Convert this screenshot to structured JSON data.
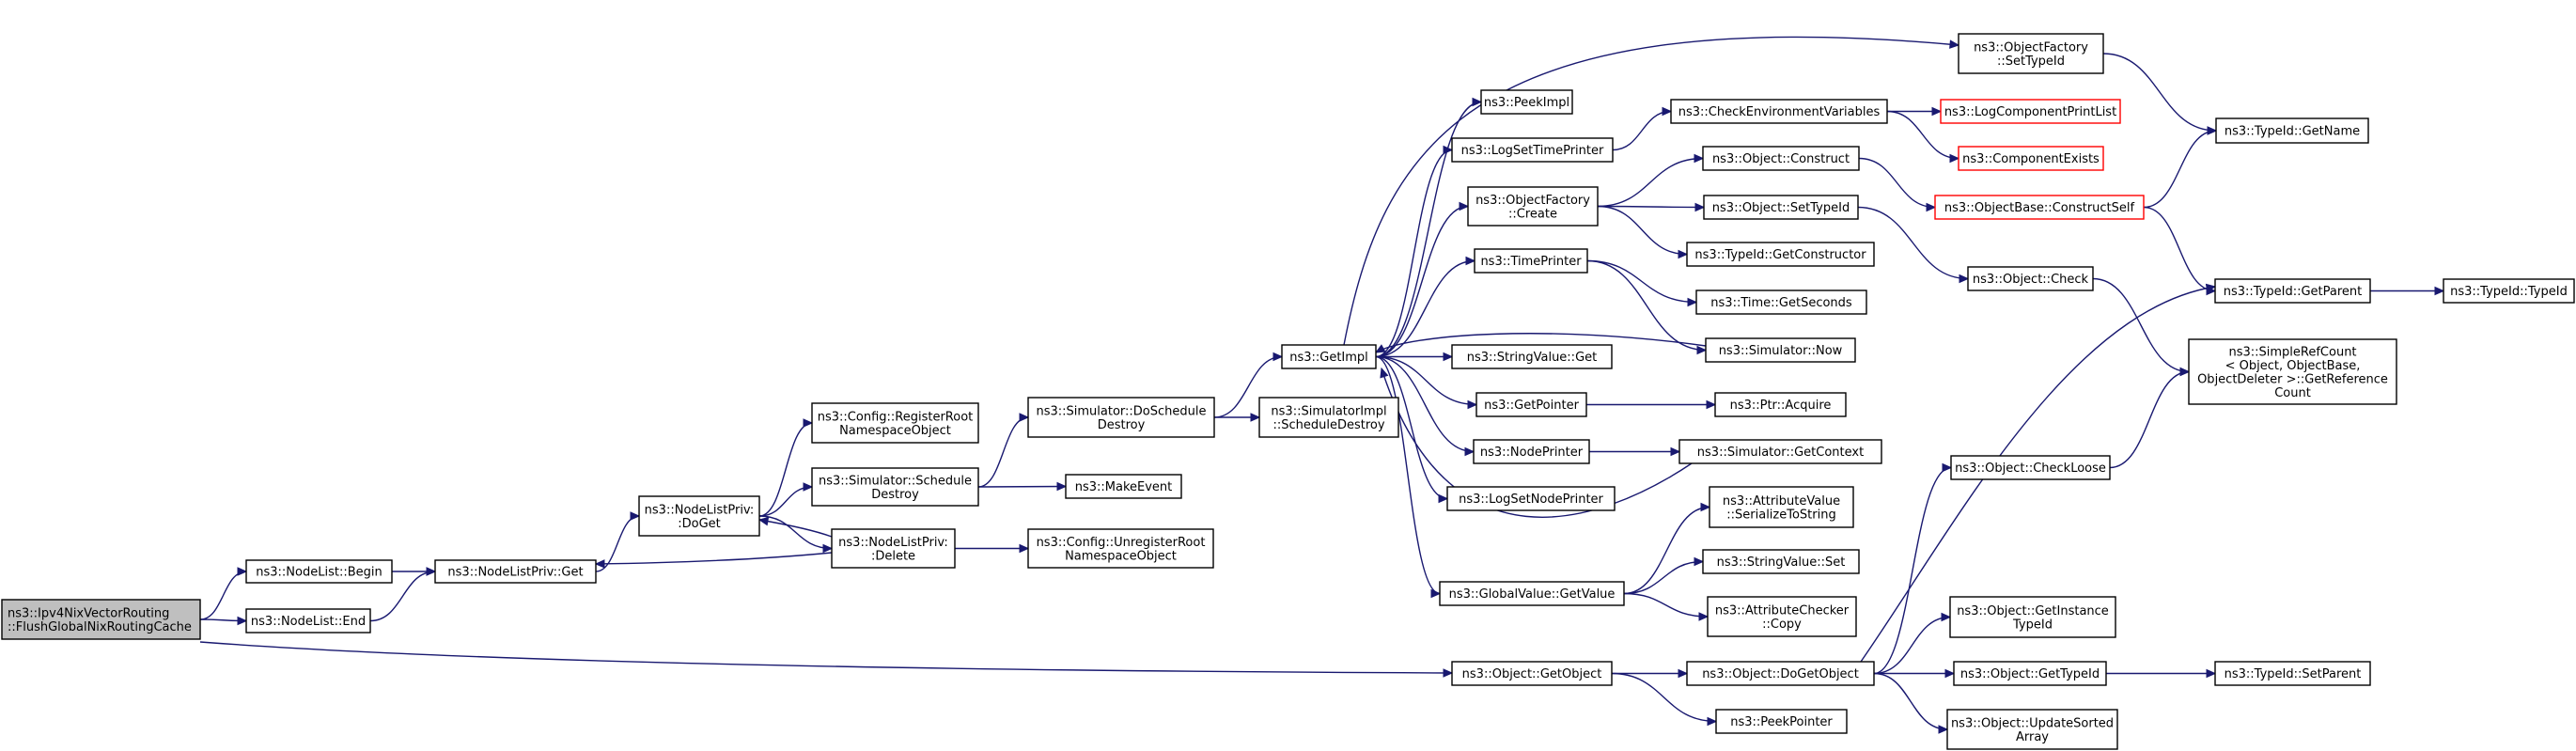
{
  "colors": {
    "edge": "#191970",
    "border": "#000000",
    "truncated_border": "#ff0000",
    "root_fill": "#bfbfbf",
    "node_fill": "#ffffff"
  },
  "nodes": {
    "root": [
      "ns3::Ipv4NixVectorRouting",
      "::FlushGlobalNixRoutingCache"
    ],
    "nodelist_begin": [
      "ns3::NodeList::Begin"
    ],
    "nodelist_end": [
      "ns3::NodeList::End"
    ],
    "nodelistpriv_get": [
      "ns3::NodeListPriv::Get"
    ],
    "nodelistpriv_doget": [
      "ns3::NodeListPriv:",
      ":DoGet"
    ],
    "nodelistpriv_delete": [
      "ns3::NodeListPriv:",
      ":Delete"
    ],
    "config_registerroot": [
      "ns3::Config::RegisterRoot",
      "NamespaceObject"
    ],
    "simulator_scheduledestroy": [
      "ns3::Simulator::Schedule",
      "Destroy"
    ],
    "config_unregisterroot": [
      "ns3::Config::UnregisterRoot",
      "NamespaceObject"
    ],
    "simulator_doscheduledestroy": [
      "ns3::Simulator::DoSchedule",
      "Destroy"
    ],
    "makeevent": [
      "ns3::MakeEvent"
    ],
    "getimpl": [
      "ns3::GetImpl"
    ],
    "simulatorimpl_scheduledestroy": [
      "ns3::SimulatorImpl",
      "::ScheduleDestroy"
    ],
    "peekimpl": [
      "ns3::PeekImpl"
    ],
    "logsettimeprinter": [
      "ns3::LogSetTimePrinter"
    ],
    "objectfactory_create": [
      "ns3::ObjectFactory",
      "::Create"
    ],
    "timeprinter": [
      "ns3::TimePrinter"
    ],
    "stringvalue_get": [
      "ns3::StringValue::Get"
    ],
    "getpointer": [
      "ns3::GetPointer"
    ],
    "nodeprinter": [
      "ns3::NodePrinter"
    ],
    "logsetnodeprinter": [
      "ns3::LogSetNodePrinter"
    ],
    "globalvalue_getvalue": [
      "ns3::GlobalValue::GetValue"
    ],
    "object_getobject": [
      "ns3::Object::GetObject"
    ],
    "objectfactory_settypeid": [
      "ns3::ObjectFactory",
      "::SetTypeId"
    ],
    "checkenvvars": [
      "ns3::CheckEnvironmentVariables"
    ],
    "object_construct": [
      "ns3::Object::Construct"
    ],
    "object_settypeid": [
      "ns3::Object::SetTypeId"
    ],
    "typeid_getconstructor": [
      "ns3::TypeId::GetConstructor"
    ],
    "time_getseconds": [
      "ns3::Time::GetSeconds"
    ],
    "simulator_now": [
      "ns3::Simulator::Now"
    ],
    "ptr_acquire": [
      "ns3::Ptr::Acquire"
    ],
    "simulator_getcontext": [
      "ns3::Simulator::GetContext"
    ],
    "attributevalue_serialize": [
      "ns3::AttributeValue",
      "::SerializeToString"
    ],
    "stringvalue_set": [
      "ns3::StringValue::Set"
    ],
    "attributechecker_copy": [
      "ns3::AttributeChecker",
      "::Copy"
    ],
    "object_dogetobject": [
      "ns3::Object::DoGetObject"
    ],
    "peekpointer": [
      "ns3::PeekPointer"
    ],
    "logcomponentprintlist": [
      "ns3::LogComponentPrintList"
    ],
    "componentexists": [
      "ns3::ComponentExists"
    ],
    "objectbase_constructself": [
      "ns3::ObjectBase::ConstructSelf"
    ],
    "object_check": [
      "ns3::Object::Check"
    ],
    "object_checkloose": [
      "ns3::Object::CheckLoose"
    ],
    "object_getinstancetypeid": [
      "ns3::Object::GetInstance",
      "TypeId"
    ],
    "object_gettypeid": [
      "ns3::Object::GetTypeId"
    ],
    "object_updatesortedarray": [
      "ns3::Object::UpdateSorted",
      "Array"
    ],
    "typeid_getname": [
      "ns3::TypeId::GetName"
    ],
    "typeid_getparent": [
      "ns3::TypeId::GetParent"
    ],
    "simplerefcount": [
      "ns3::SimpleRefCount",
      "< Object, ObjectBase,",
      "ObjectDeleter >::GetReference",
      "Count"
    ],
    "typeid_setparent": [
      "ns3::TypeId::SetParent"
    ],
    "typeid_typeid": [
      "ns3::TypeId::TypeId"
    ]
  }
}
